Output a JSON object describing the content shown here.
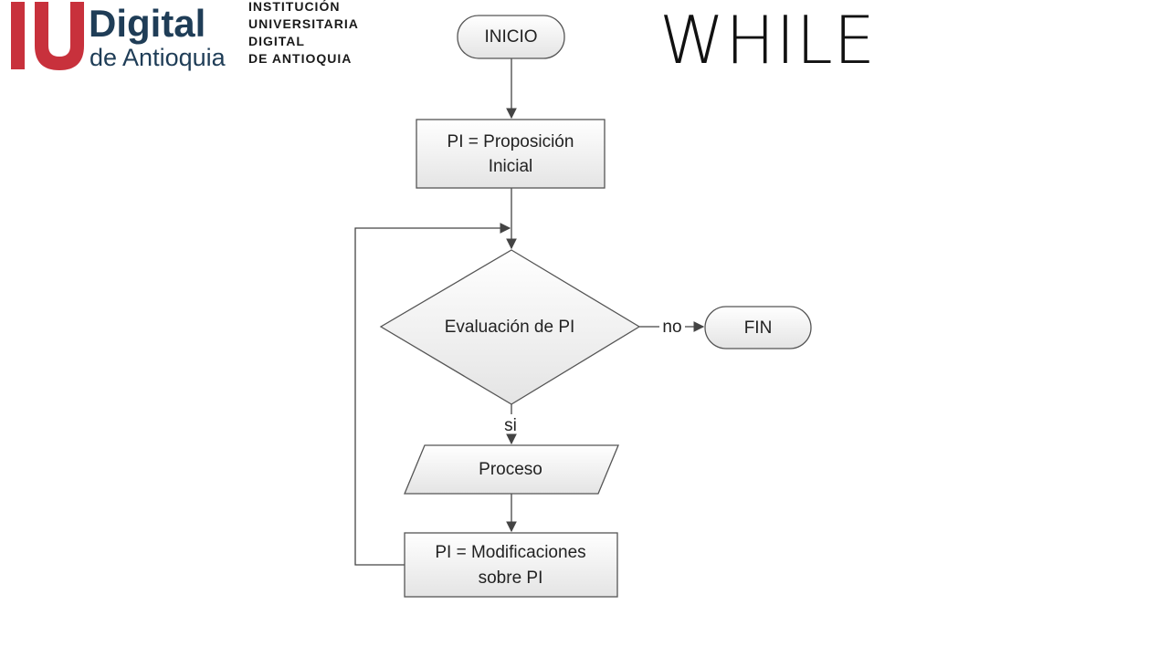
{
  "brand": {
    "logo_letters": "IU",
    "logo_word": "Digital",
    "logo_tagline": "de Antioquia",
    "institution_lines": [
      "INSTITUCIÓN",
      "UNIVERSITARIA",
      "DIGITAL",
      "DE ANTIOQUIA"
    ],
    "colors": {
      "red": "#c8313c",
      "navy": "#1f3d57",
      "dark": "#1a1a1a"
    }
  },
  "slide": {
    "title": "WHILE"
  },
  "flowchart": {
    "start_label": "INICIO",
    "init_label_line1": "PI = Proposición",
    "init_label_line2": "Inicial",
    "decision_label": "Evaluación de PI",
    "no_label": "no",
    "end_label": "FIN",
    "yes_label": "si",
    "process_label": "Proceso",
    "modify_label_line1": "PI = Modificaciones",
    "modify_label_line2": "sobre PI",
    "colors": {
      "fill_top": "#ffffff",
      "fill_bottom": "#e6e6e6",
      "stroke": "#555555",
      "text": "#222222"
    }
  }
}
